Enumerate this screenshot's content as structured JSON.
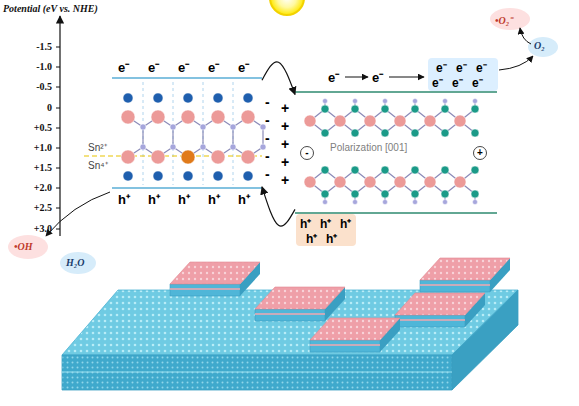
{
  "diagram": {
    "nodes": [
      {
        "text": [
          "Sn²⁺",
          "Sn⁴⁺"
        ]
      },
      {
        "text": [
          "Polarization [001]"
        ]
      }
    ],
    "edges": [
      {
        "from": 0,
        "to": 1,
        "arrow": "to"
      },
      {
        "from": 1,
        "to": 0,
        "arrow": "to"
      }
    ],
    "labels": [
      "Potential (eV vs. NHE)",
      "-1.5",
      "-1.0",
      "-0.5",
      "0",
      "+0.5",
      "+1.0",
      "+1.5",
      "+2.0",
      "+2.5",
      "+3.0",
      "e⁻",
      "e⁻",
      "e⁻",
      "e⁻",
      "e⁻",
      "h⁺",
      "h⁺",
      "h⁺",
      "h⁺",
      "h⁺",
      "-",
      "-",
      "-",
      "-",
      "-",
      "+",
      "+",
      "+",
      "+",
      "+",
      "e⁻",
      "e⁻",
      "e⁻",
      "e⁻",
      "e⁻",
      "e⁻",
      "e⁻",
      "e⁻",
      "-",
      "+",
      "h⁺",
      "h⁺",
      "h⁺",
      "h⁺",
      "h⁺",
      "•OH",
      "H₂O",
      "•O₂⁻",
      "O₂"
    ]
  }
}
